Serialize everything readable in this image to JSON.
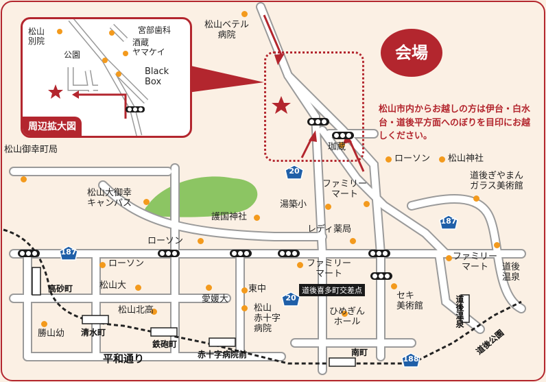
{
  "venue": {
    "label": "会場"
  },
  "access_note": "松山市内からお越しの方は伊台・白水台・道後平方面へのぼりを目印にお越しください。",
  "inset": {
    "title": "周辺拡大図",
    "labels": {
      "matsuyama_betsuin": "松山\n別院",
      "miyabe_dental": "宮部歯科",
      "sakagura_yamakei": "酒蔵\nヤマケイ",
      "park": "公園",
      "black_box": "Black\nBox"
    }
  },
  "landmarks": {
    "betel_hospital": "松山ベテル\n病院",
    "gyokou_post": "松山御幸町局",
    "campus": "松山大御幸\nキャンパス",
    "lawson1": "ローソン",
    "lawson2": "ローソン",
    "lawson3": "ローソン",
    "gokoku_shrine": "護国神社",
    "yuzuki": "湯築小",
    "family_mart1": "ファミリー\nマート",
    "family_mart2": "ファミリー\nマート",
    "family_mart3": "ファミリー\nマート",
    "lady_pharmacy": "レディ薬局",
    "kohi": "珈蔵",
    "matsuyama_shrine": "松山神社",
    "gyaman": "道後ぎやまん\nガラス美術館",
    "dogo_onsen_label": "道後\n温泉",
    "matsuyama_univ": "松山大",
    "ehime_univ": "愛媛大",
    "tochu": "東中",
    "red_cross": "松山\n赤十字\n病院",
    "himegin_hall": "ひめぎん\nホール",
    "seki_museum": "セキ\n美術館",
    "kita_high": "松山北高",
    "katsuyama_kinder": "勝山幼"
  },
  "stations": {
    "takasago": "高砂町",
    "shimizu": "清水町",
    "teppo": "鉄砲町",
    "sekijuji": "赤十字病院前",
    "minami": "南町",
    "dogo_onsen": "道後温泉",
    "dogo_koen": "道後公園"
  },
  "intersection": "道後喜多町交差点",
  "street": "平和通り",
  "routes": {
    "r20a": "20",
    "r20b": "20",
    "r187a": "187",
    "r187b": "187",
    "r188": "188"
  },
  "colors": {
    "accent": "#b3262e",
    "poi": "#f39a1d",
    "park": "#8cc563",
    "road_edge": "#9a9a9a"
  }
}
